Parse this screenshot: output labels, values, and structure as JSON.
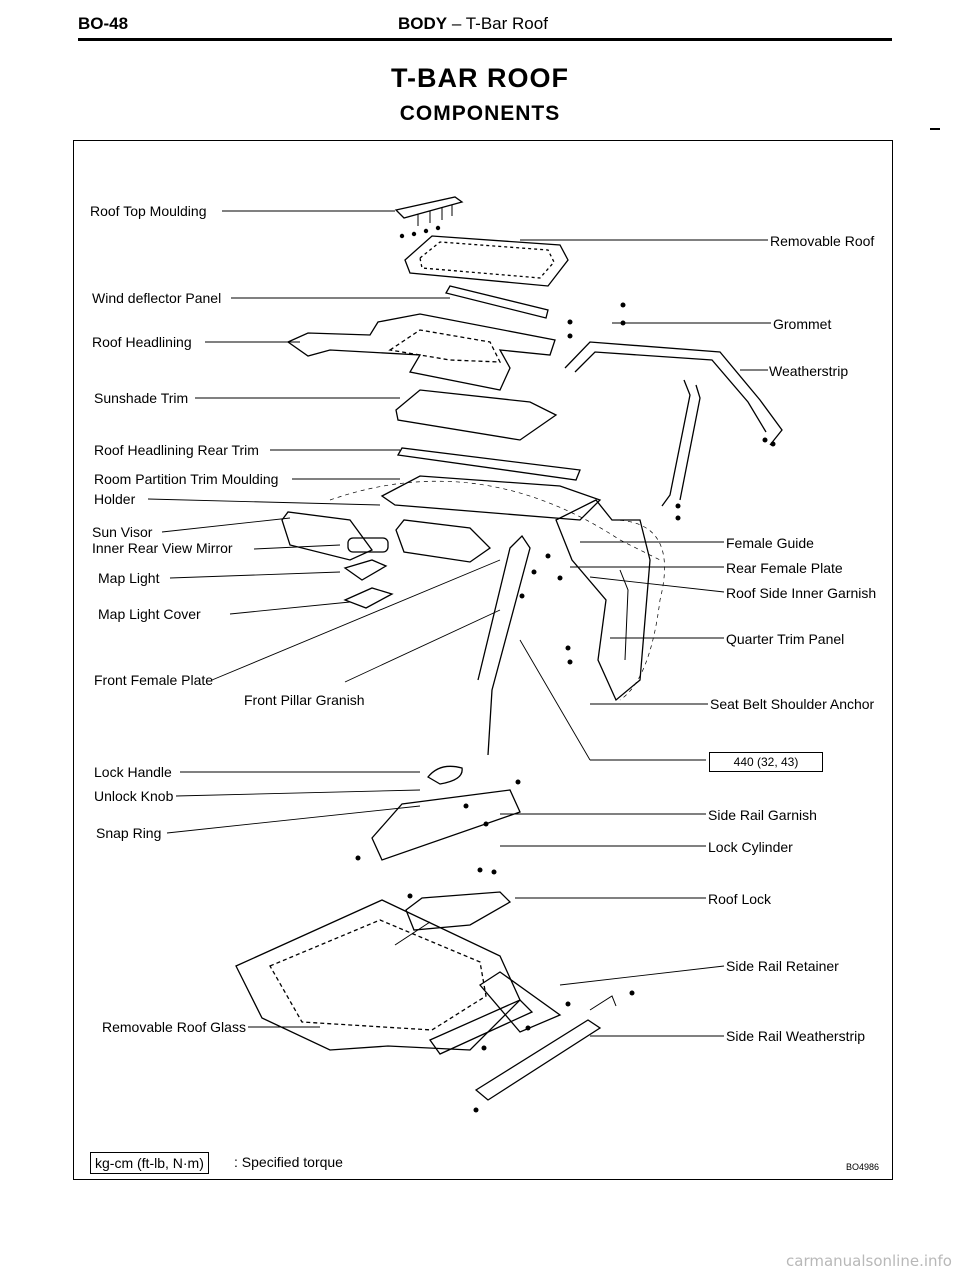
{
  "header": {
    "page_number": "BO-48",
    "section": "BODY",
    "separator": " – ",
    "topic": "T-Bar Roof"
  },
  "title": "T-BAR ROOF",
  "subtitle": "COMPONENTS",
  "labels": {
    "roof_top_moulding": "Roof Top Moulding",
    "removable_roof": "Removable Roof",
    "wind_deflector_panel": "Wind deflector Panel",
    "grommet": "Grommet",
    "roof_headlining": "Roof Headlining",
    "weatherstrip": "Weatherstrip",
    "sunshade_trim": "Sunshade Trim",
    "roof_headlining_rear_trim": "Roof Headlining Rear Trim",
    "room_partition_trim_moulding": "Room Partition Trim Moulding",
    "holder": "Holder",
    "sun_visor": "Sun Visor",
    "inner_rear_view_mirror": "Inner Rear View Mirror",
    "female_guide": "Female Guide",
    "map_light": "Map Light",
    "rear_female_plate": "Rear Female Plate",
    "roof_side_inner_garnish": "Roof Side Inner Garnish",
    "map_light_cover": "Map Light Cover",
    "quarter_trim_panel": "Quarter Trim Panel",
    "front_female_plate": "Front Female Plate",
    "front_pillar_granish": "Front Pillar Granish",
    "seat_belt_shoulder_anchor": "Seat Belt Shoulder Anchor",
    "lock_handle": "Lock Handle",
    "unlock_knob": "Unlock Knob",
    "side_rail_garnish": "Side Rail Garnish",
    "snap_ring": "Snap Ring",
    "lock_cylinder": "Lock Cylinder",
    "roof_lock": "Roof Lock",
    "side_rail_retainer": "Side Rail Retainer",
    "removable_roof_glass": "Removable Roof Glass",
    "side_rail_weatherstrip": "Side Rail Weatherstrip"
  },
  "torque_spec": "440 (32, 43)",
  "legend": {
    "unit_box": "kg-cm (ft-lb, N·m)",
    "text": ": Specified torque"
  },
  "figure_code": "BO4986",
  "footer": "carmanualsonline.info"
}
